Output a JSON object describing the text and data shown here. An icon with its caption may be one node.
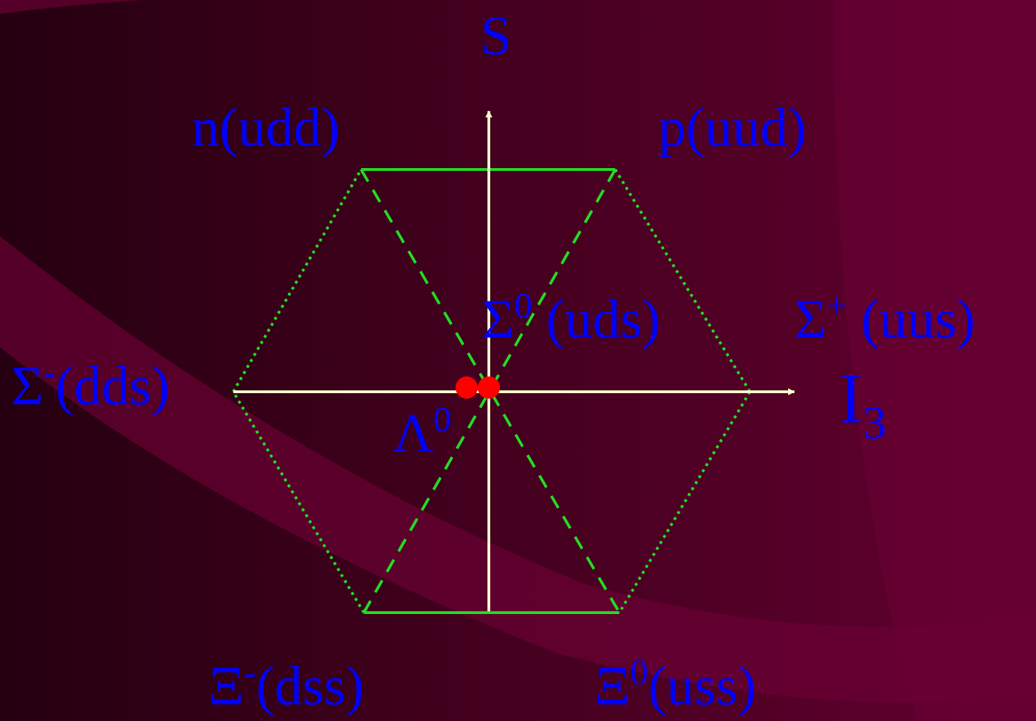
{
  "diagram": {
    "labels": [
      "S",
      "n(udd)",
      "p(uud)",
      "Σ$^{0}$ (uds)",
      "Σ$^{+}$ (uus)",
      "Σ$^{-}$(dds)",
      "I$_{3}$",
      "Λ$^{0}$",
      "Ξ$^{-}$(dss)",
      "Ξ$^{0}$(uss)"
    ]
  }
}
